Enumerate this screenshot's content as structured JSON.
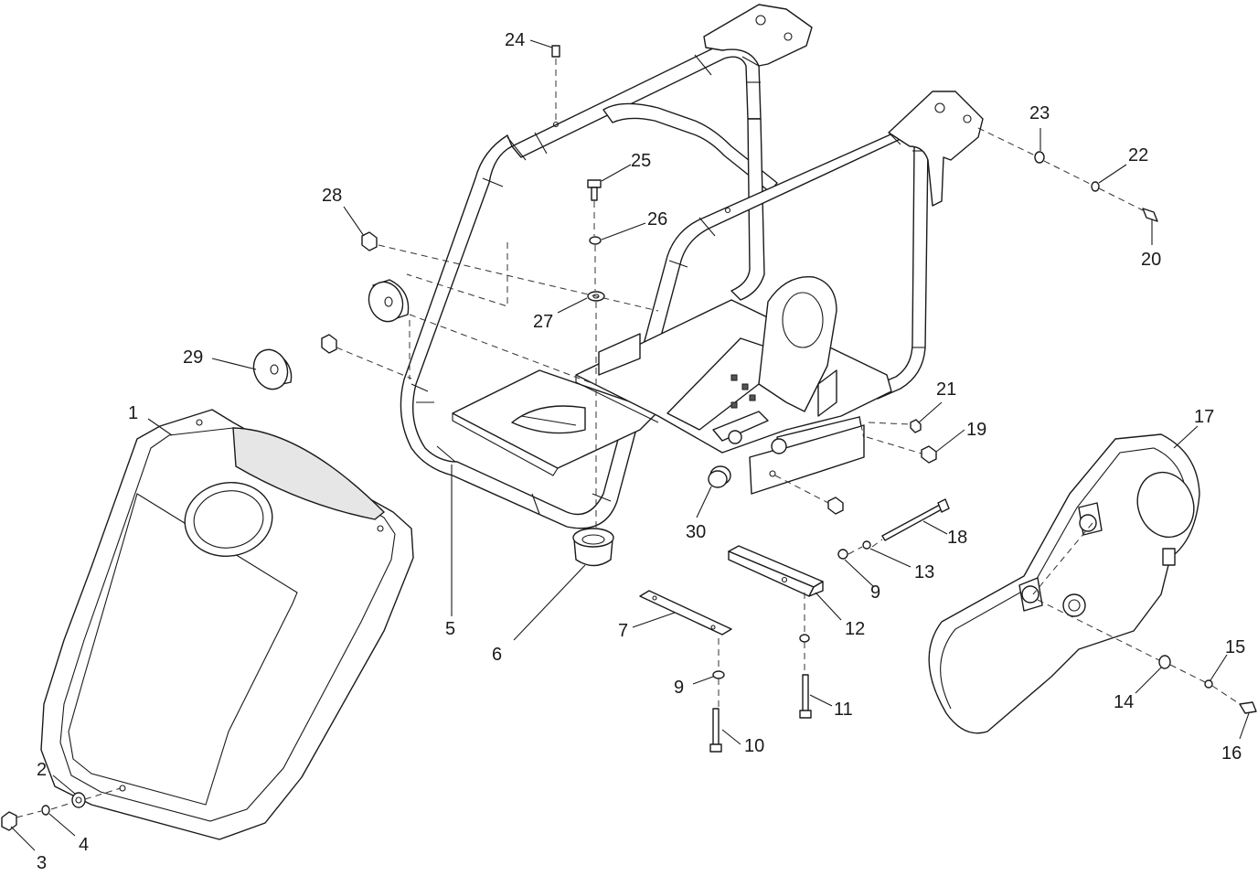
{
  "callouts": [
    {
      "id": "p1",
      "text": "1"
    },
    {
      "id": "p2",
      "text": "2"
    },
    {
      "id": "p3",
      "text": "3"
    },
    {
      "id": "p4",
      "text": "4"
    },
    {
      "id": "p5",
      "text": "5"
    },
    {
      "id": "p6",
      "text": "6"
    },
    {
      "id": "p7",
      "text": "7"
    },
    {
      "id": "p9a",
      "text": "9"
    },
    {
      "id": "p9b",
      "text": "9"
    },
    {
      "id": "p10",
      "text": "10"
    },
    {
      "id": "p11",
      "text": "11"
    },
    {
      "id": "p12",
      "text": "12"
    },
    {
      "id": "p13",
      "text": "13"
    },
    {
      "id": "p14",
      "text": "14"
    },
    {
      "id": "p15",
      "text": "15"
    },
    {
      "id": "p16",
      "text": "16"
    },
    {
      "id": "p17",
      "text": "17"
    },
    {
      "id": "p18",
      "text": "18"
    },
    {
      "id": "p19",
      "text": "19"
    },
    {
      "id": "p20",
      "text": "20"
    },
    {
      "id": "p21",
      "text": "21"
    },
    {
      "id": "p22",
      "text": "22"
    },
    {
      "id": "p23",
      "text": "23"
    },
    {
      "id": "p24",
      "text": "24"
    },
    {
      "id": "p25",
      "text": "25"
    },
    {
      "id": "p26",
      "text": "26"
    },
    {
      "id": "p27",
      "text": "27"
    },
    {
      "id": "p28",
      "text": "28"
    },
    {
      "id": "p29",
      "text": "29"
    },
    {
      "id": "p30",
      "text": "30"
    }
  ]
}
